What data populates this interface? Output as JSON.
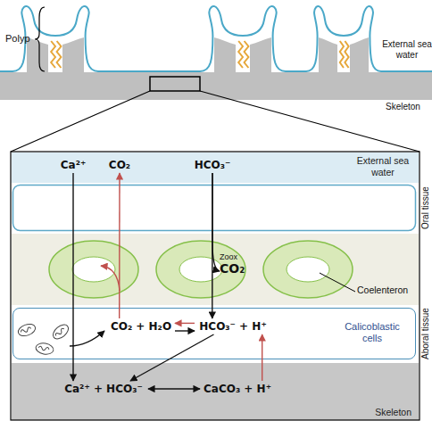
{
  "diagram": {
    "nodes": [
      {
        "text": [
          "External sea water"
        ]
      },
      {
        "text": [
          "Ca²⁺"
        ],
        "in": 0
      },
      {
        "text": [
          "CO₂"
        ],
        "in": 0
      },
      {
        "text": [
          "HCO₃⁻"
        ],
        "in": 0
      },
      {
        "text": [
          "Zoox",
          "CO₂"
        ]
      },
      {
        "text": [
          "Calicoblastic cells"
        ]
      },
      {
        "text": [
          "CO₂ + H₂O"
        ],
        "in": 5
      },
      {
        "text": [
          "HCO₃⁻ + H⁺"
        ],
        "in": 5
      },
      {
        "text": [
          "Skeleton"
        ]
      },
      {
        "text": [
          "Ca²⁺ + HCO₃⁻"
        ],
        "in": 8
      },
      {
        "text": [
          "CaCO₃ + H⁺"
        ],
        "in": 8
      }
    ],
    "edges": [
      {
        "from": 1,
        "to": 9,
        "arrow": "to"
      },
      {
        "from": 6,
        "to": 2,
        "arrow": "to"
      },
      {
        "from": 3,
        "to": 7,
        "arrow": "to"
      },
      {
        "from": 3,
        "to": 4,
        "arrow": "to"
      },
      {
        "from": 7,
        "to": 6,
        "arrow": "to"
      },
      {
        "from": 6,
        "to": 7,
        "arrow": "to"
      },
      {
        "from": 7,
        "to": 9,
        "arrow": "to"
      },
      {
        "from": 9,
        "to": 10,
        "arrow": "both"
      },
      {
        "from": 10,
        "to": 7,
        "arrow": "to"
      }
    ],
    "labels": [
      "Polyp",
      "External sea water",
      "Skeleton",
      "Oral tissue",
      "Aboral tissue",
      "Coelenteron"
    ]
  }
}
